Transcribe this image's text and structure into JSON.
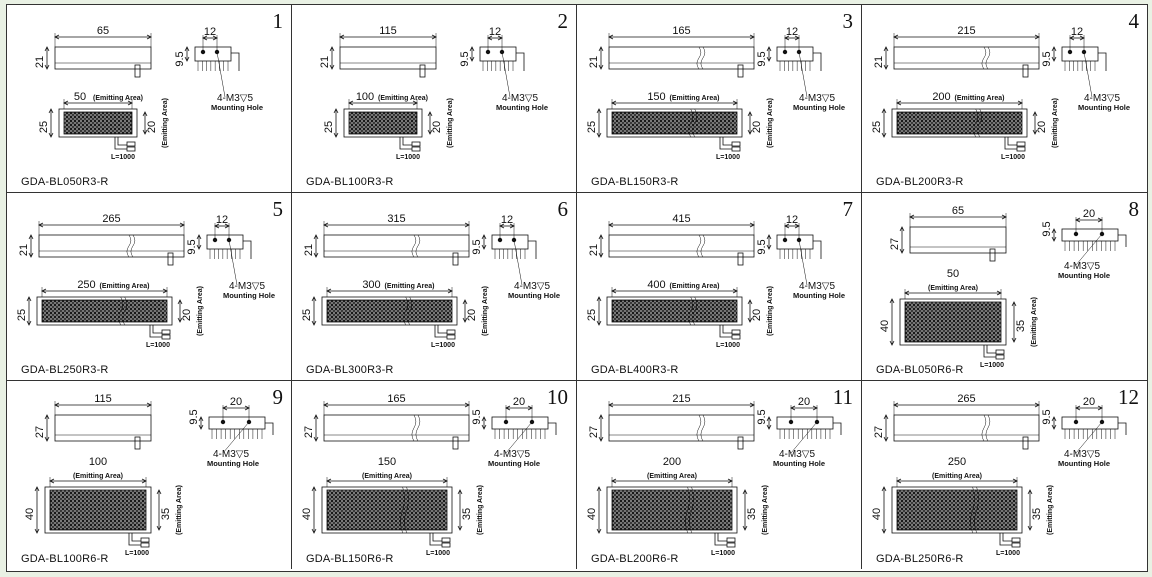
{
  "common": {
    "emitting_area": "(Emitting Area)",
    "mounting_hole_label": "Mounting Hole",
    "mounting_spec": "4-M3▽5",
    "lead_length": "L=1000"
  },
  "cells": [
    {
      "num": "1",
      "model": "GDA-BL050R3-R",
      "length": "65",
      "emit": "50",
      "height": "21",
      "hole_spacing": "12",
      "hole_offset": "9.5",
      "body_h": "25",
      "emit_h": "20",
      "type": "R3",
      "broken": false
    },
    {
      "num": "2",
      "model": "GDA-BL100R3-R",
      "length": "115",
      "emit": "100",
      "height": "21",
      "hole_spacing": "12",
      "hole_offset": "9.5",
      "body_h": "25",
      "emit_h": "20",
      "type": "R3",
      "broken": false
    },
    {
      "num": "3",
      "model": "GDA-BL150R3-R",
      "length": "165",
      "emit": "150",
      "height": "21",
      "hole_spacing": "12",
      "hole_offset": "9.5",
      "body_h": "25",
      "emit_h": "20",
      "type": "R3",
      "broken": true
    },
    {
      "num": "4",
      "model": "GDA-BL200R3-R",
      "length": "215",
      "emit": "200",
      "height": "21",
      "hole_spacing": "12",
      "hole_offset": "9.5",
      "body_h": "25",
      "emit_h": "20",
      "type": "R3",
      "broken": true
    },
    {
      "num": "5",
      "model": "GDA-BL250R3-R",
      "length": "265",
      "emit": "250",
      "height": "21",
      "hole_spacing": "12",
      "hole_offset": "9.5",
      "body_h": "25",
      "emit_h": "20",
      "type": "R3",
      "broken": true
    },
    {
      "num": "6",
      "model": "GDA-BL300R3-R",
      "length": "315",
      "emit": "300",
      "height": "21",
      "hole_spacing": "12",
      "hole_offset": "9.5",
      "body_h": "25",
      "emit_h": "20",
      "type": "R3",
      "broken": true
    },
    {
      "num": "7",
      "model": "GDA-BL400R3-R",
      "length": "415",
      "emit": "400",
      "height": "21",
      "hole_spacing": "12",
      "hole_offset": "9.5",
      "body_h": "25",
      "emit_h": "20",
      "type": "R3",
      "broken": true
    },
    {
      "num": "8",
      "model": "GDA-BL050R6-R",
      "length": "65",
      "emit": "50",
      "height": "27",
      "hole_spacing": "20",
      "hole_offset": "9.5",
      "body_h": "40",
      "emit_h": "35",
      "type": "R6",
      "broken": false
    },
    {
      "num": "9",
      "model": "GDA-BL100R6-R",
      "length": "115",
      "emit": "100",
      "height": "27",
      "hole_spacing": "20",
      "hole_offset": "9.5",
      "body_h": "40",
      "emit_h": "35",
      "type": "R6",
      "broken": false
    },
    {
      "num": "10",
      "model": "GDA-BL150R6-R",
      "length": "165",
      "emit": "150",
      "height": "27",
      "hole_spacing": "20",
      "hole_offset": "9.5",
      "body_h": "40",
      "emit_h": "35",
      "type": "R6",
      "broken": true
    },
    {
      "num": "11",
      "model": "GDA-BL200R6-R",
      "length": "215",
      "emit": "200",
      "height": "27",
      "hole_spacing": "20",
      "hole_offset": "9.5",
      "body_h": "40",
      "emit_h": "35",
      "type": "R6",
      "broken": true
    },
    {
      "num": "12",
      "model": "GDA-BL250R6-R",
      "length": "265",
      "emit": "250",
      "height": "27",
      "hole_spacing": "20",
      "hole_offset": "9.5",
      "body_h": "40",
      "emit_h": "35",
      "type": "R6",
      "broken": true
    }
  ]
}
